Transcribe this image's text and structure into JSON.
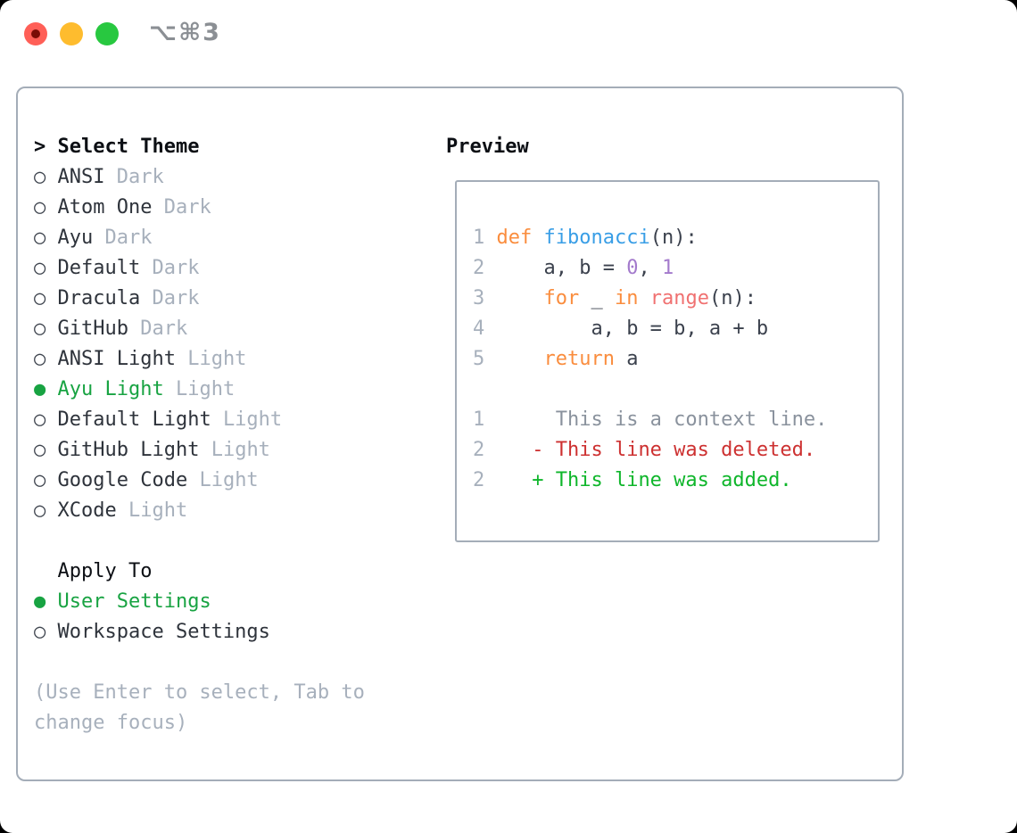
{
  "window": {
    "shortcut": "⌥⌘3",
    "traffic_lights": [
      "close",
      "minimize",
      "zoom"
    ]
  },
  "icons": {
    "prompt": ">",
    "radio_selected": "●",
    "radio_unselected": "○"
  },
  "colors": {
    "background": "#ffffff",
    "outer": "#000000",
    "border": "#a4adb8",
    "text": "#2e333b",
    "heading": "#0c0f14",
    "muted": "#a7b0bc",
    "accent_green": "#18a342",
    "plain": "#3b414d",
    "keyword": "#fa8d3e",
    "function": "#399ee6",
    "number": "#a37acc",
    "call": "#f07171",
    "context": "#8a929d",
    "deleted": "#cd3131",
    "added": "#0fb62b",
    "line_number": "#a8b1bd",
    "traffic_red": "#ff5f57",
    "traffic_yellow": "#febc2e",
    "traffic_green": "#28c840"
  },
  "theme_picker": {
    "header": "Select Theme",
    "items": [
      {
        "name": "ANSI",
        "tag": "Dark",
        "selected": false
      },
      {
        "name": "Atom One",
        "tag": "Dark",
        "selected": false
      },
      {
        "name": "Ayu",
        "tag": "Dark",
        "selected": false
      },
      {
        "name": "Default",
        "tag": "Dark",
        "selected": false
      },
      {
        "name": "Dracula",
        "tag": "Dark",
        "selected": false
      },
      {
        "name": "GitHub",
        "tag": "Dark",
        "selected": false
      },
      {
        "name": "ANSI Light",
        "tag": "Light",
        "selected": false
      },
      {
        "name": "Ayu Light",
        "tag": "Light",
        "selected": true
      },
      {
        "name": "Default Light",
        "tag": "Light",
        "selected": false
      },
      {
        "name": "GitHub Light",
        "tag": "Light",
        "selected": false
      },
      {
        "name": "Google Code",
        "tag": "Light",
        "selected": false
      },
      {
        "name": "XCode",
        "tag": "Light",
        "selected": false
      }
    ],
    "apply_to": {
      "header": "Apply To",
      "options": [
        {
          "name": "User Settings",
          "selected": true
        },
        {
          "name": "Workspace Settings",
          "selected": false
        }
      ]
    },
    "hint": "(Use Enter to select, Tab to change focus)"
  },
  "preview": {
    "title": "Preview",
    "code_lines": [
      {
        "num": "1",
        "segments": [
          {
            "t": "def ",
            "c": "keyword"
          },
          {
            "t": "fibonacci",
            "c": "function"
          },
          {
            "t": "(n):",
            "c": "plain"
          }
        ]
      },
      {
        "num": "2",
        "segments": [
          {
            "t": "    a, b = ",
            "c": "plain"
          },
          {
            "t": "0",
            "c": "number"
          },
          {
            "t": ", ",
            "c": "plain"
          },
          {
            "t": "1",
            "c": "number"
          }
        ]
      },
      {
        "num": "3",
        "segments": [
          {
            "t": "    ",
            "c": "plain"
          },
          {
            "t": "for",
            "c": "keyword"
          },
          {
            "t": " _ ",
            "c": "plain"
          },
          {
            "t": "in",
            "c": "keyword"
          },
          {
            "t": " ",
            "c": "plain"
          },
          {
            "t": "range",
            "c": "call"
          },
          {
            "t": "(n):",
            "c": "plain"
          }
        ]
      },
      {
        "num": "4",
        "segments": [
          {
            "t": "        a, b = b, a + b",
            "c": "plain"
          }
        ]
      },
      {
        "num": "5",
        "segments": [
          {
            "t": "    ",
            "c": "plain"
          },
          {
            "t": "return",
            "c": "keyword"
          },
          {
            "t": " a",
            "c": "plain"
          }
        ]
      },
      {
        "num": "",
        "segments": []
      },
      {
        "num": "1",
        "segments": [
          {
            "t": "     This is a context line.",
            "c": "context"
          }
        ]
      },
      {
        "num": "2",
        "segments": [
          {
            "t": "   - This line was deleted.",
            "c": "deleted"
          }
        ]
      },
      {
        "num": "2",
        "segments": [
          {
            "t": "   + This line was added.",
            "c": "added"
          }
        ]
      }
    ]
  }
}
